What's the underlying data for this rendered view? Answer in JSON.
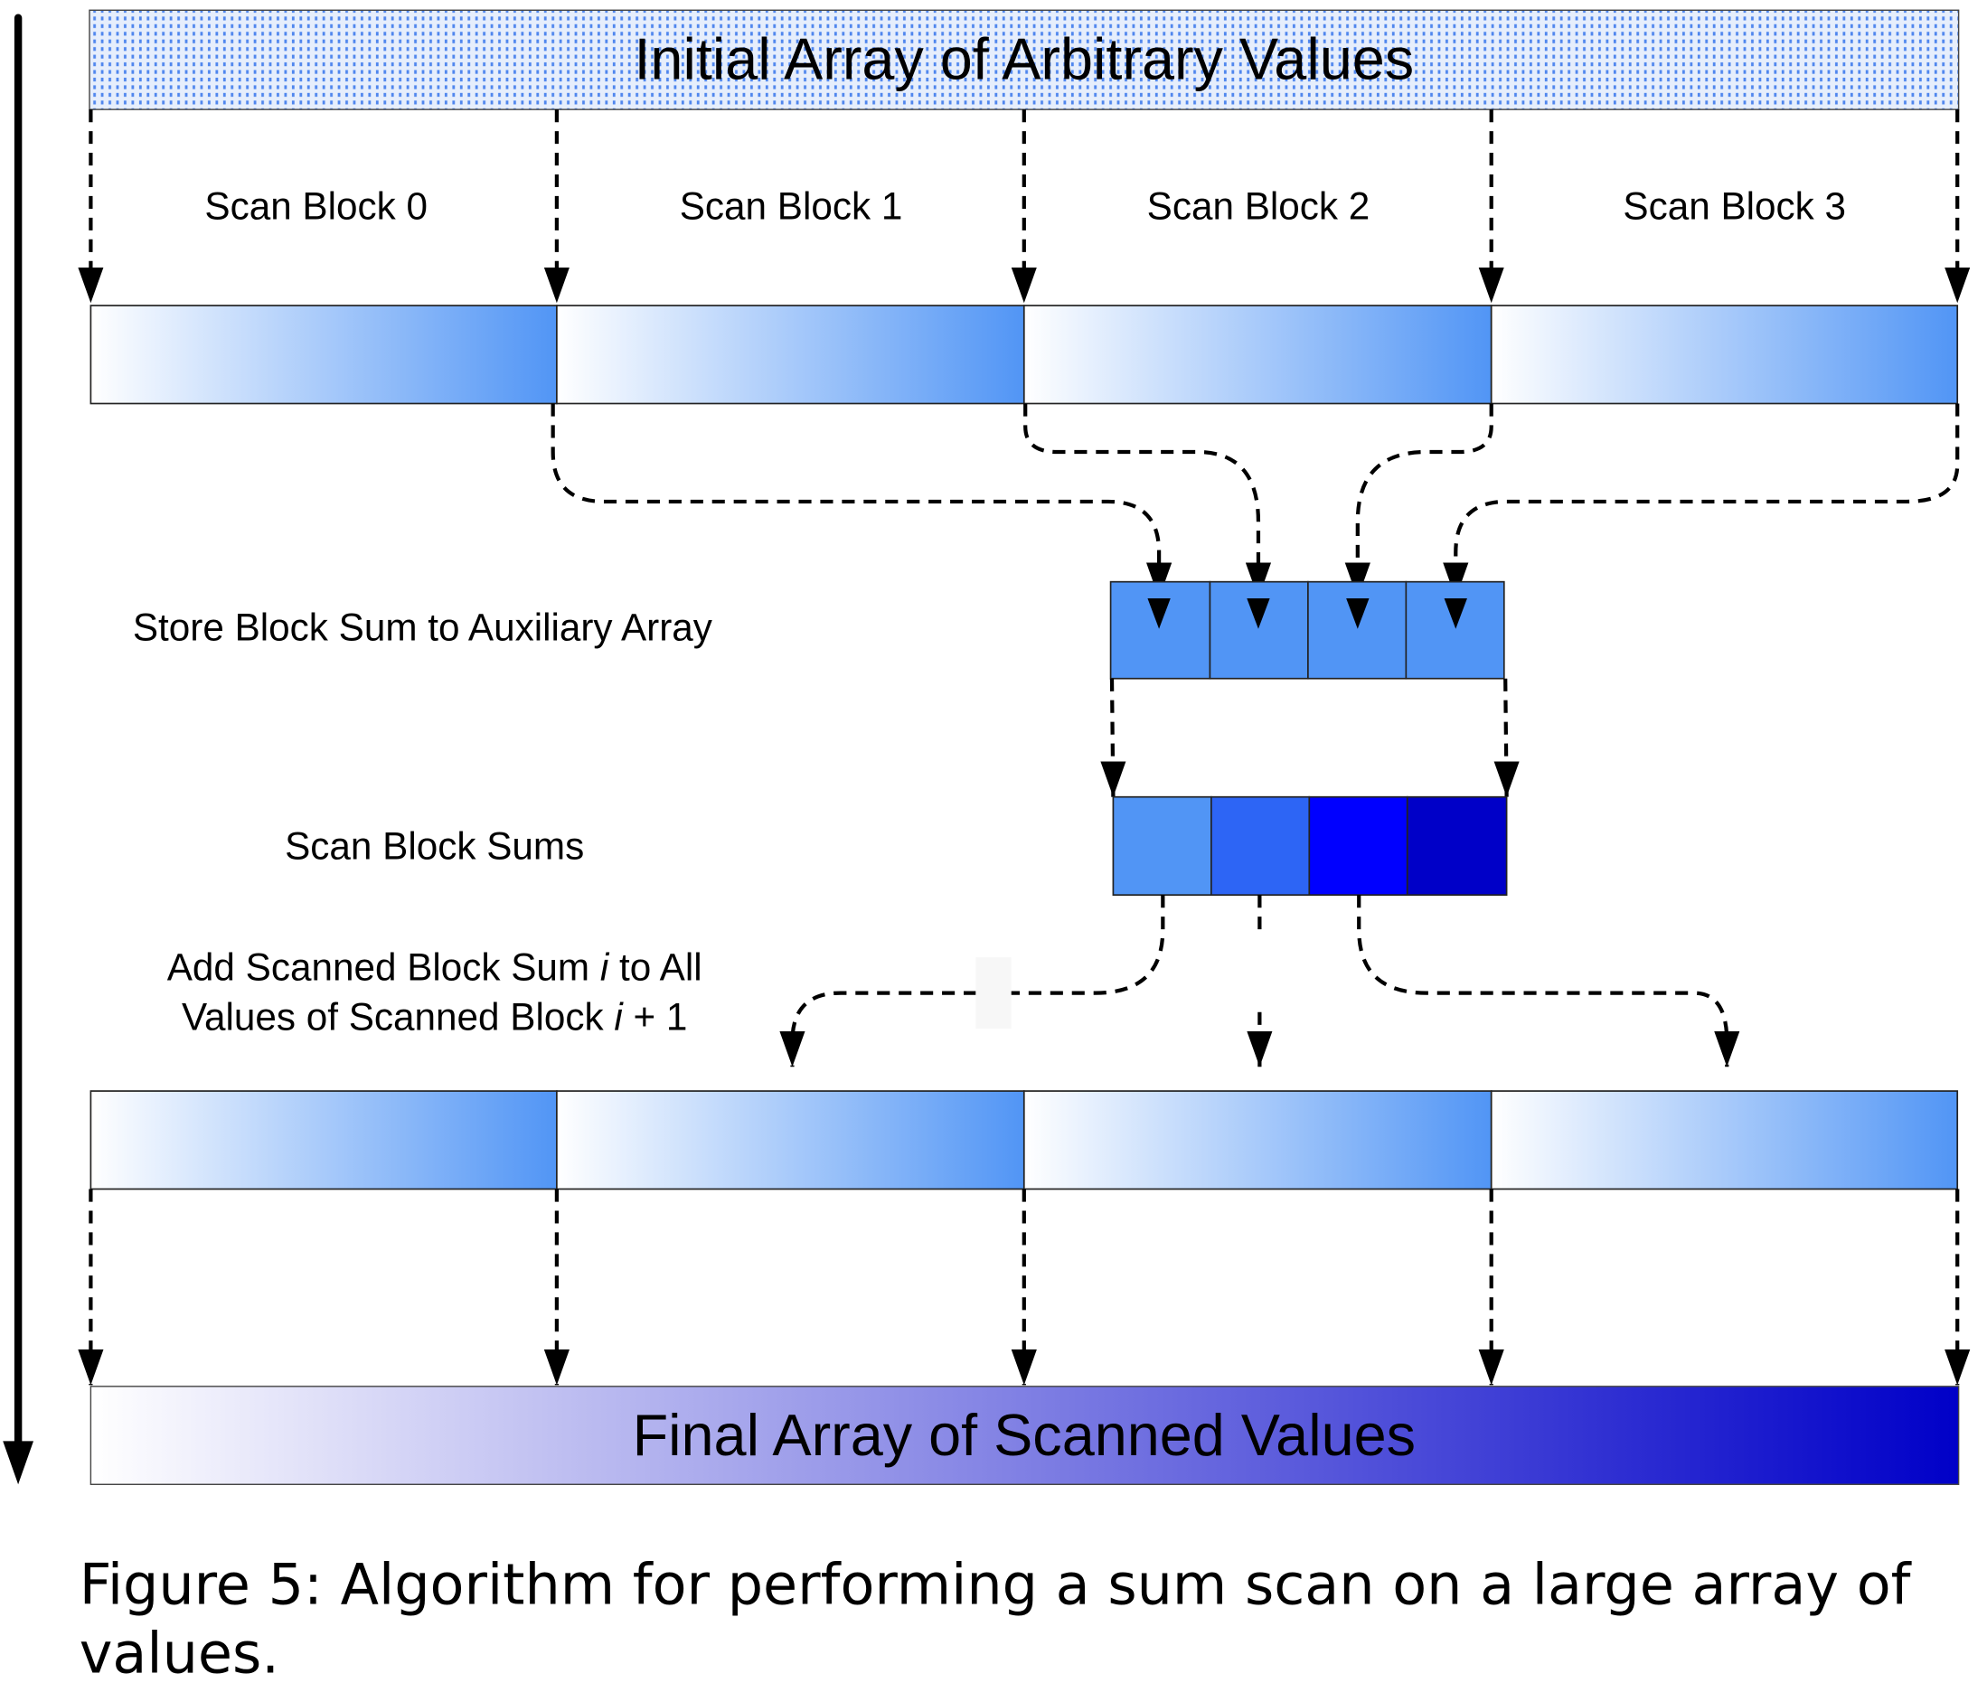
{
  "diagram": {
    "top_array_label": "Initial Array of Arbitrary Values",
    "scan_blocks": [
      "Scan Block 0",
      "Scan Block 1",
      "Scan Block 2",
      "Scan Block 3"
    ],
    "steps": {
      "store_block_sum": "Store Block Sum to Auxiliary Array",
      "scan_block_sums": "Scan Block Sums",
      "add_line1_a": "Add Scanned Block Sum ",
      "add_line1_i": "i",
      "add_line1_b": " to All",
      "add_line2_a": "Values of Scanned Block ",
      "add_line2_i": "i",
      "add_line2_b": " + 1"
    },
    "plus_symbol": "+",
    "final_array_label": "Final Array of Scanned Values",
    "colors": {
      "block_gradient_start": "#ffffff",
      "block_gradient_end": "#5195f5",
      "aux_cell": "#5195f5",
      "scanned_sums": [
        "#5195f5",
        "#2d65f5",
        "#0000ff",
        "#0000c8"
      ],
      "final_gradient_end": "#0000c8",
      "top_pattern": "#5a8af0"
    }
  },
  "caption": {
    "line1": "Figure 5: Algorithm for performing a sum scan on a large array of",
    "line2": "values."
  }
}
